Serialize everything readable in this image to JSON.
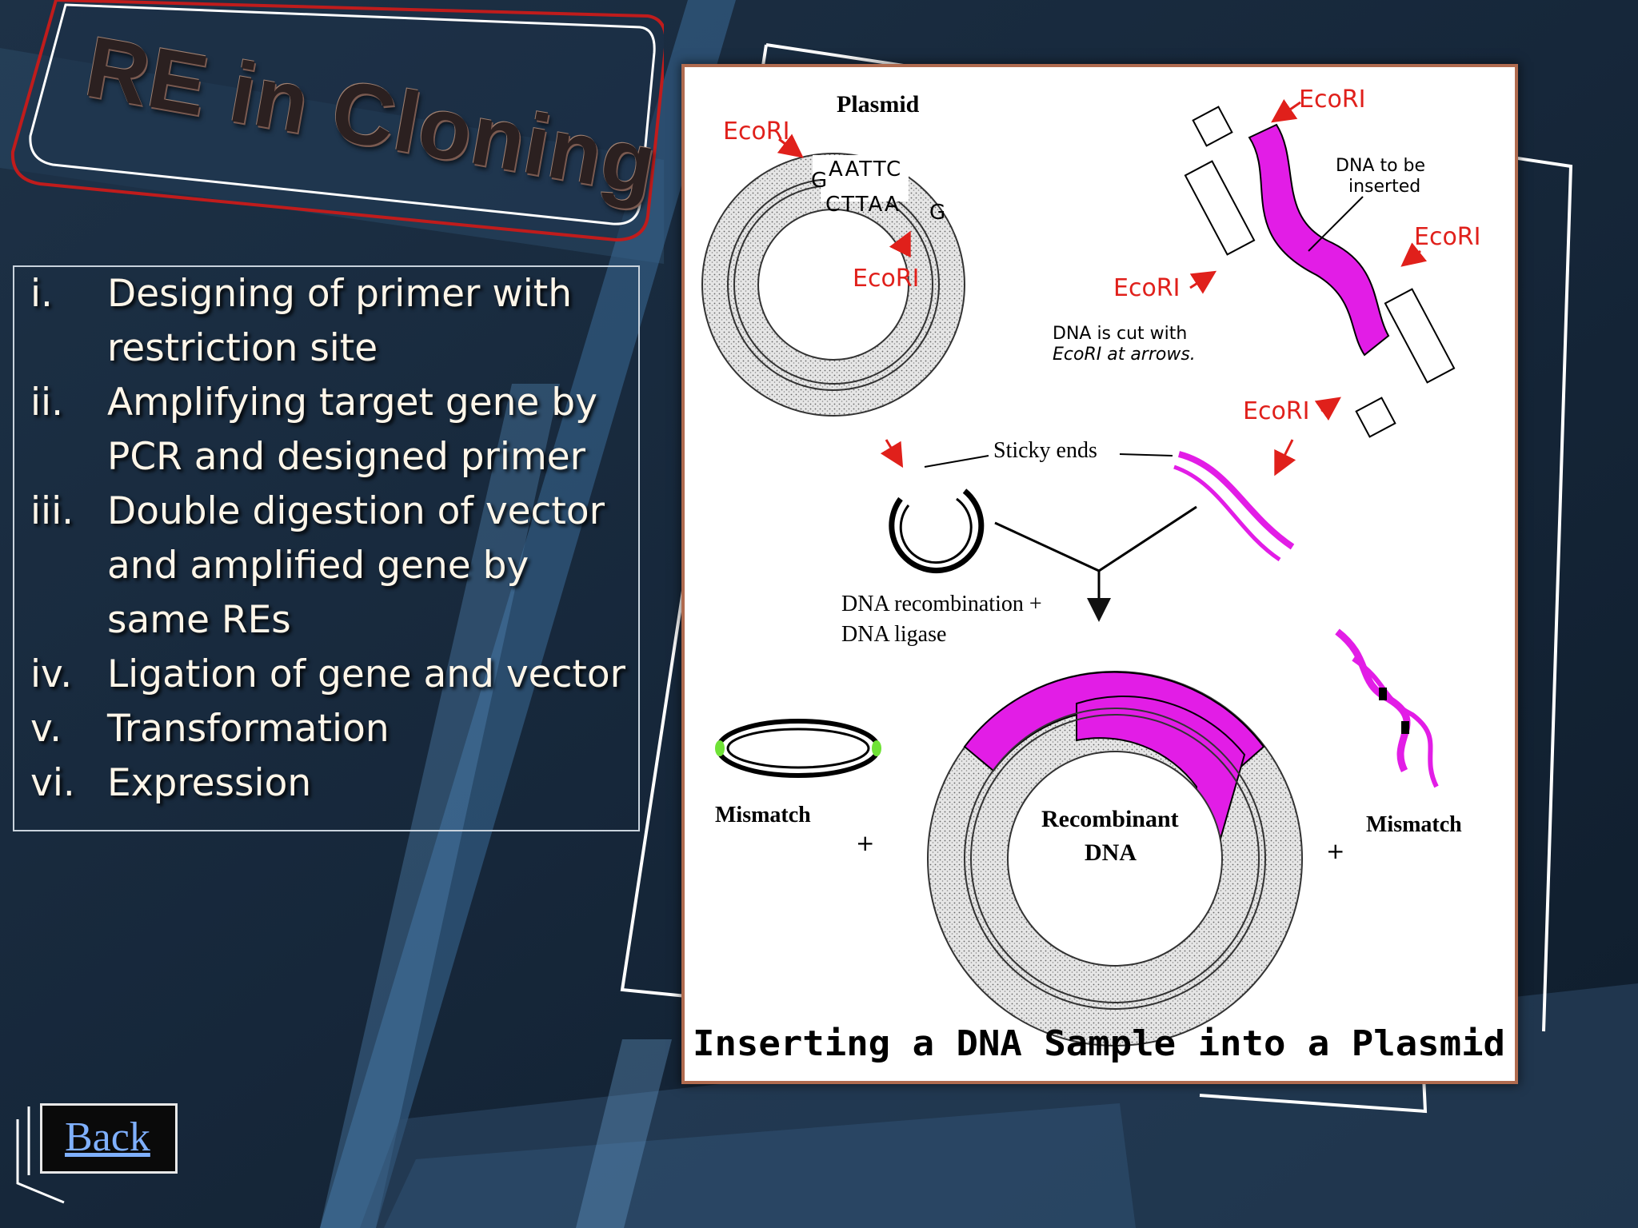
{
  "slide": {
    "title": "RE in Cloning",
    "steps": [
      {
        "num": "i.",
        "text": "Designing of primer with restriction site"
      },
      {
        "num": "ii.",
        "text": "Amplifying target gene by PCR and designed primer"
      },
      {
        "num": "iii.",
        "text": "Double digestion of vector and amplified gene by same REs"
      },
      {
        "num": "iv.",
        "text": "Ligation of gene and vector"
      },
      {
        "num": "v.",
        "text": "Transformation"
      },
      {
        "num": "vi.",
        "text": "Expression"
      }
    ],
    "back_label": "Back"
  },
  "figure": {
    "plasmid_label": "Plasmid",
    "enzyme_label": "EcoRI",
    "top_seq": "AATTC",
    "top_g": "G",
    "bottom_seq": "CTTAA",
    "bottom_g": "G",
    "insert_label_1": "DNA to be",
    "insert_label_2": "inserted",
    "cut_note_1": "DNA is cut with",
    "cut_note_2": "EcoRI at arrows.",
    "sticky_ends": "Sticky ends",
    "recomb_1": "DNA recombination +",
    "recomb_2": "DNA ligase",
    "mismatch": "Mismatch",
    "plus": "+",
    "recombinant_1": "Recombinant",
    "recombinant_2": "DNA",
    "caption": "Inserting a DNA Sample into a Plasmid",
    "insert_color": "#e21de6",
    "arrow_color": "#e0201b"
  }
}
